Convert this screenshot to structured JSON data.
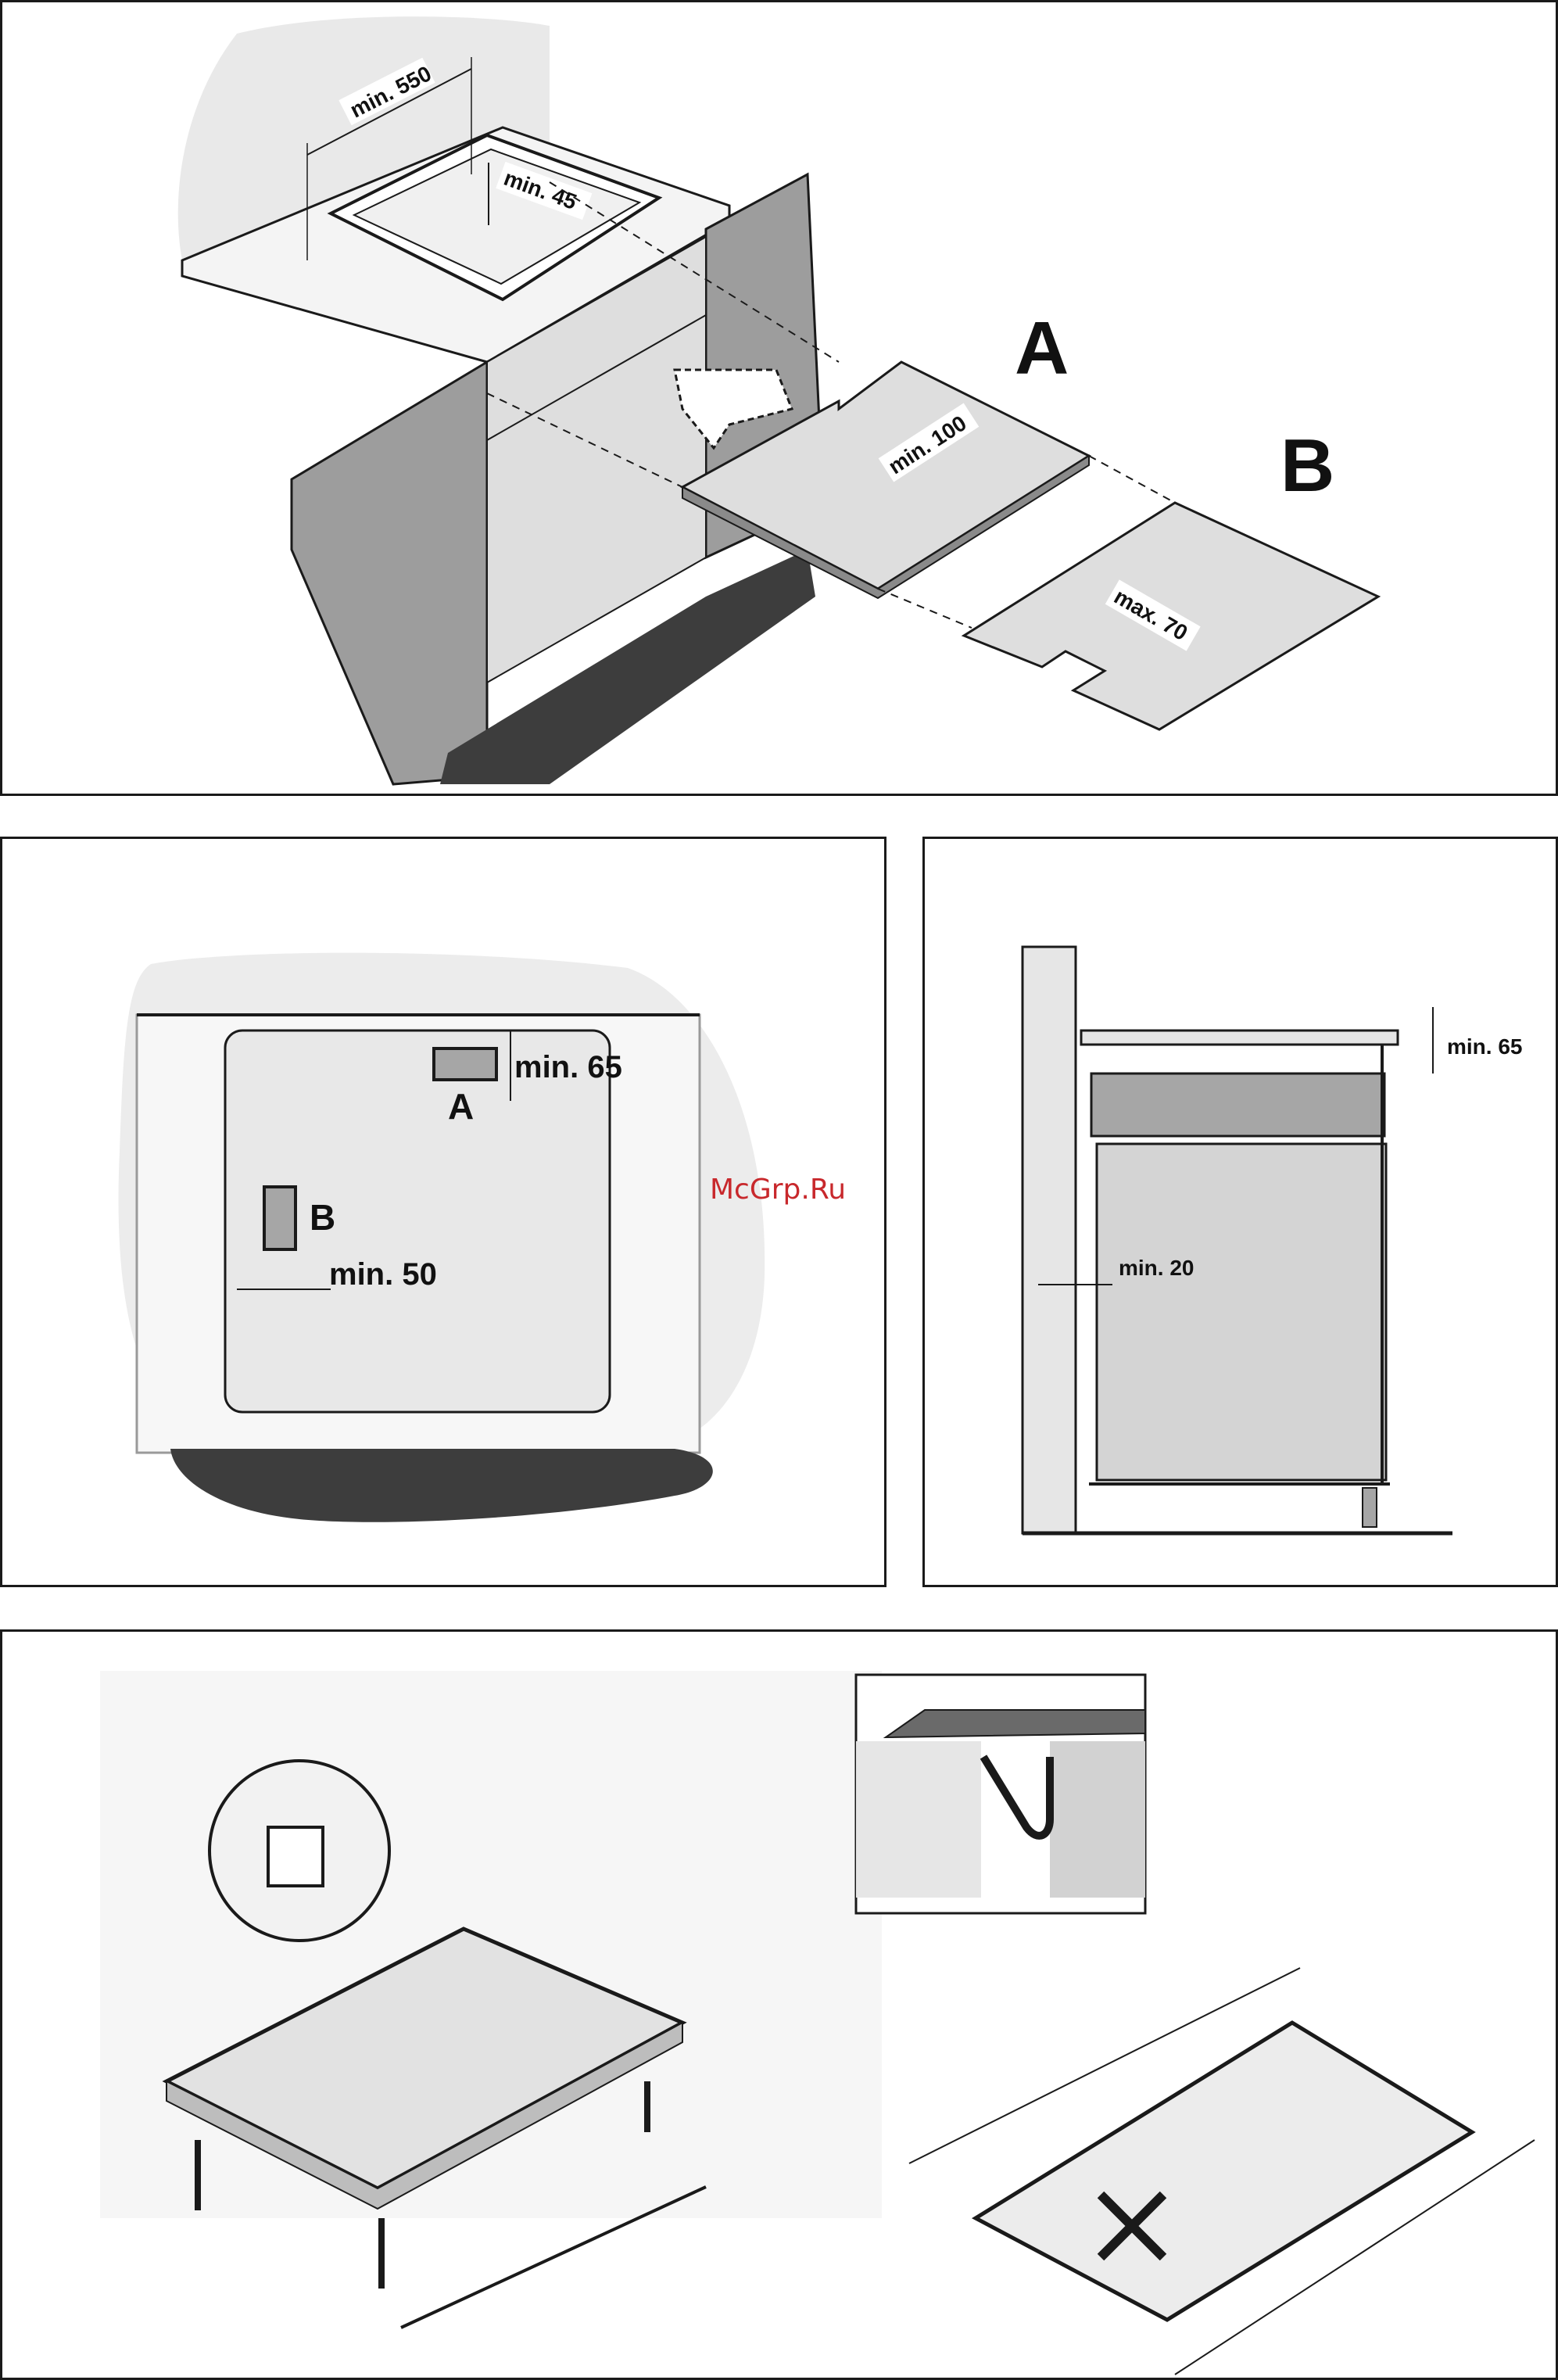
{
  "panel_top": {
    "dim_width": "min. 550",
    "dim_depth": "min. 45",
    "dim_notch_a": "min. 100",
    "dim_notch_b": "max. 70",
    "label_a": "A",
    "label_b": "B"
  },
  "panel_mid_left": {
    "dim_top": "min. 65",
    "dim_side": "min. 50",
    "label_a": "A",
    "label_b": "B"
  },
  "panel_mid_right": {
    "dim_top": "min. 65",
    "dim_wall": "min. 20"
  },
  "watermark": "McGrp.Ru",
  "colors": {
    "outline": "#1a1a1a",
    "light_gray": "#e6e6e6",
    "mid_gray": "#a6a6a6",
    "dark_gray": "#3d3d3d",
    "watermark": "#c8282c"
  }
}
